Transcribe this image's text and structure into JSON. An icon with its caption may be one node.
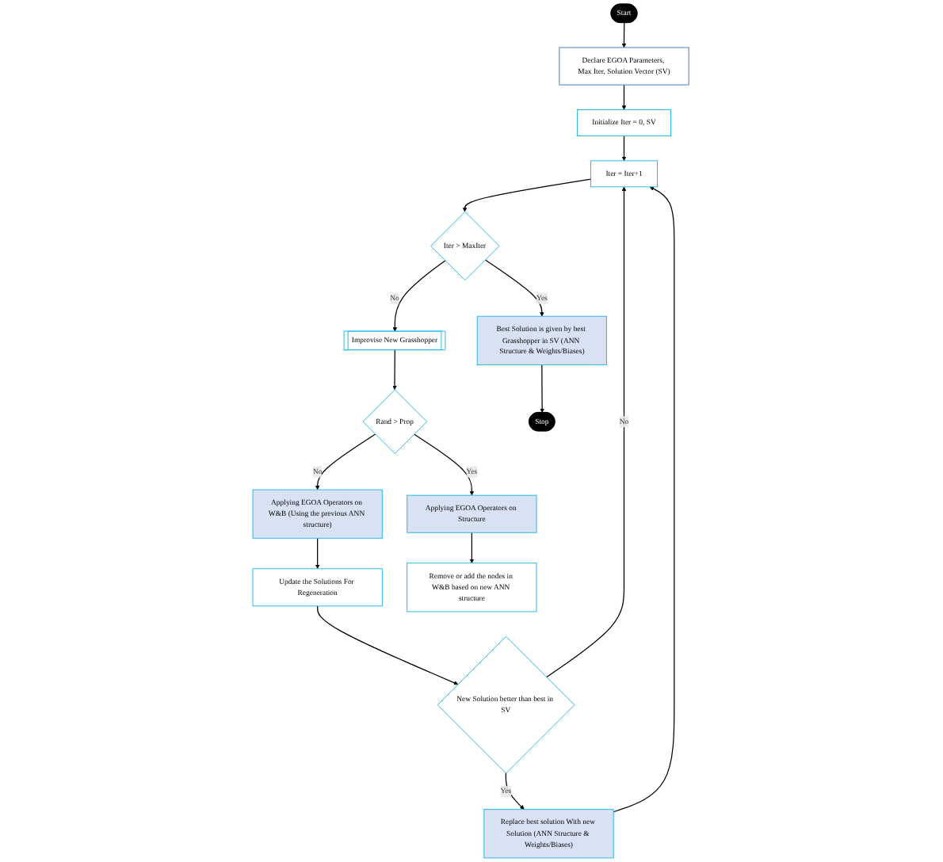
{
  "diagram": {
    "nodes": [
      {
        "text": [
          "Start"
        ]
      },
      {
        "text": [
          "Declare EGOA Parameters, Max Iter, Solution Vector (SV)"
        ]
      },
      {
        "text": [
          "Initialize Iter = 0, SV"
        ]
      },
      {
        "text": [
          "Iter = Iter+1"
        ]
      },
      {
        "text": [
          "Iter > MaxIter"
        ]
      },
      {
        "text": [
          "Improvise New Grasshopper"
        ]
      },
      {
        "text": [
          "Best Solution is given by best Grasshopper in SV (ANN Structure & Weights/Biases)"
        ]
      },
      {
        "text": [
          "Rand > Prop"
        ]
      },
      {
        "text": [
          "Applying EGOA Operators on W&B (Using the previous ANN structure)"
        ]
      },
      {
        "text": [
          "Applying EGOA Operators on Structure"
        ]
      },
      {
        "text": [
          "Update the Solutions For Regeneration"
        ]
      },
      {
        "text": [
          "Remove or add the nodes in W&B based on new ANN structure"
        ]
      },
      {
        "text": [
          "Stop"
        ]
      },
      {
        "text": [
          "Replace best solution With new Solution (ANN Structure & Weights/Biases)"
        ]
      },
      {
        "text": [
          "New Solution better than best in SV"
        ]
      }
    ],
    "edges": [
      {
        "from": 0,
        "to": 1,
        "arrow": "to"
      },
      {
        "from": 1,
        "to": 2,
        "arrow": "to"
      },
      {
        "from": 2,
        "to": 3,
        "arrow": "to"
      },
      {
        "from": 3,
        "to": 4,
        "arrow": "to"
      },
      {
        "from": 4,
        "to": 6,
        "arrow": "to",
        "label": "Yes"
      },
      {
        "from": 4,
        "to": 5,
        "arrow": "to",
        "label": "No"
      },
      {
        "from": 5,
        "to": 7,
        "arrow": "to"
      },
      {
        "from": 7,
        "to": 9,
        "arrow": "to",
        "label": "Yes"
      },
      {
        "from": 7,
        "to": 8,
        "arrow": "to",
        "label": "No"
      },
      {
        "from": 8,
        "to": 10,
        "arrow": "to"
      },
      {
        "from": 9,
        "to": 11,
        "arrow": "to"
      },
      {
        "from": 6,
        "to": 12,
        "arrow": "to"
      },
      {
        "from": 10,
        "to": 14,
        "arrow": "to"
      },
      {
        "from": 14,
        "to": 13,
        "arrow": "to",
        "label": "Yes"
      },
      {
        "from": 14,
        "to": 3,
        "arrow": "to",
        "label": "No"
      },
      {
        "from": 13,
        "to": 3,
        "arrow": "to"
      }
    ]
  }
}
